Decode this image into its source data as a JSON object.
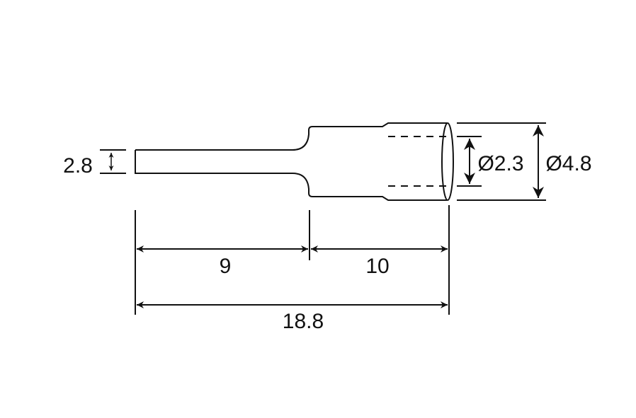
{
  "dimensions": {
    "shaft_diameter": "2.8",
    "shaft_length": "9",
    "head_length": "10",
    "total_length": "18.8",
    "inner_diameter": "Ø2.3",
    "outer_diameter": "Ø4.8"
  },
  "colors": {
    "line": "#111111",
    "background": "#ffffff"
  }
}
